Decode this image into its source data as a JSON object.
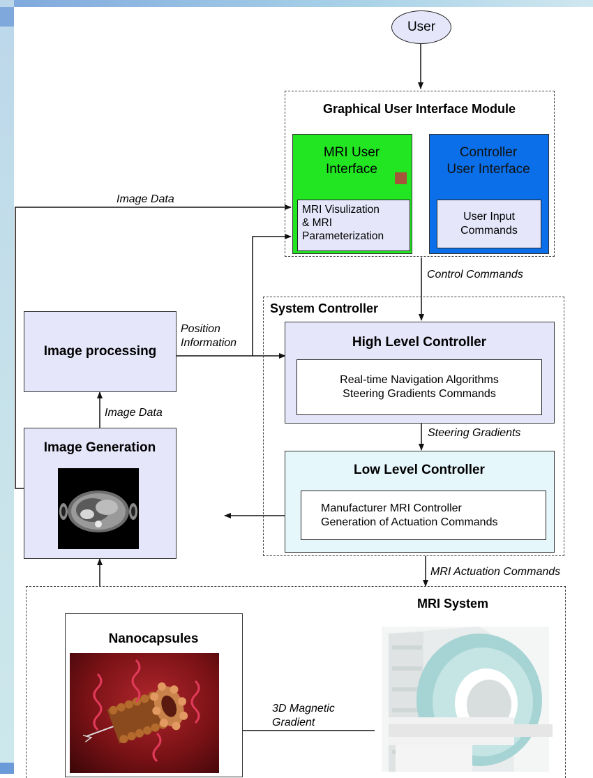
{
  "user": {
    "label": "User"
  },
  "gui": {
    "title": "Graphical User Interface Module",
    "mri_ui": {
      "title_line1": "MRI User",
      "title_line2": "Interface",
      "inner_line1": "MRI Visulization",
      "inner_line2": "& MRI",
      "inner_line3": "Parameterization"
    },
    "controller_ui": {
      "title_line1": "Controller",
      "title_line2": "User Interface",
      "inner_line1": "User Input",
      "inner_line2": "Commands"
    }
  },
  "system_controller": {
    "title": "System Controller",
    "high_level": {
      "title": "High Level Controller",
      "line1": "Real-time Navigation Algorithms",
      "line2": "Steering Gradients Commands"
    },
    "low_level": {
      "title": "Low Level Controller",
      "line1": "Manufacturer MRI Controller",
      "line2": "Generation of Actuation Commands"
    }
  },
  "image_processing": {
    "title": "Image processing"
  },
  "image_generation": {
    "title": "Image Generation"
  },
  "mri_system": {
    "title": "MRI System"
  },
  "nanocapsules": {
    "title": "Nanocapsules"
  },
  "labels": {
    "image_data_top": "Image Data",
    "position_line1": "Position",
    "position_line2": "Information",
    "image_data_mid": "Image Data",
    "control_commands": "Control Commands",
    "steering_gradients": "Steering Gradients",
    "mri_actuation": "MRI Actuation Commands",
    "gradient_line1": "3D Magnetic",
    "gradient_line2": "Gradient"
  },
  "colors": {
    "mri_ui_green": "#22e622",
    "controller_ui_blue": "#0a6fe8",
    "lavender": "#e6e6fb",
    "light_cyan": "#e6f7fc",
    "marker_brown": "#a4553a"
  }
}
